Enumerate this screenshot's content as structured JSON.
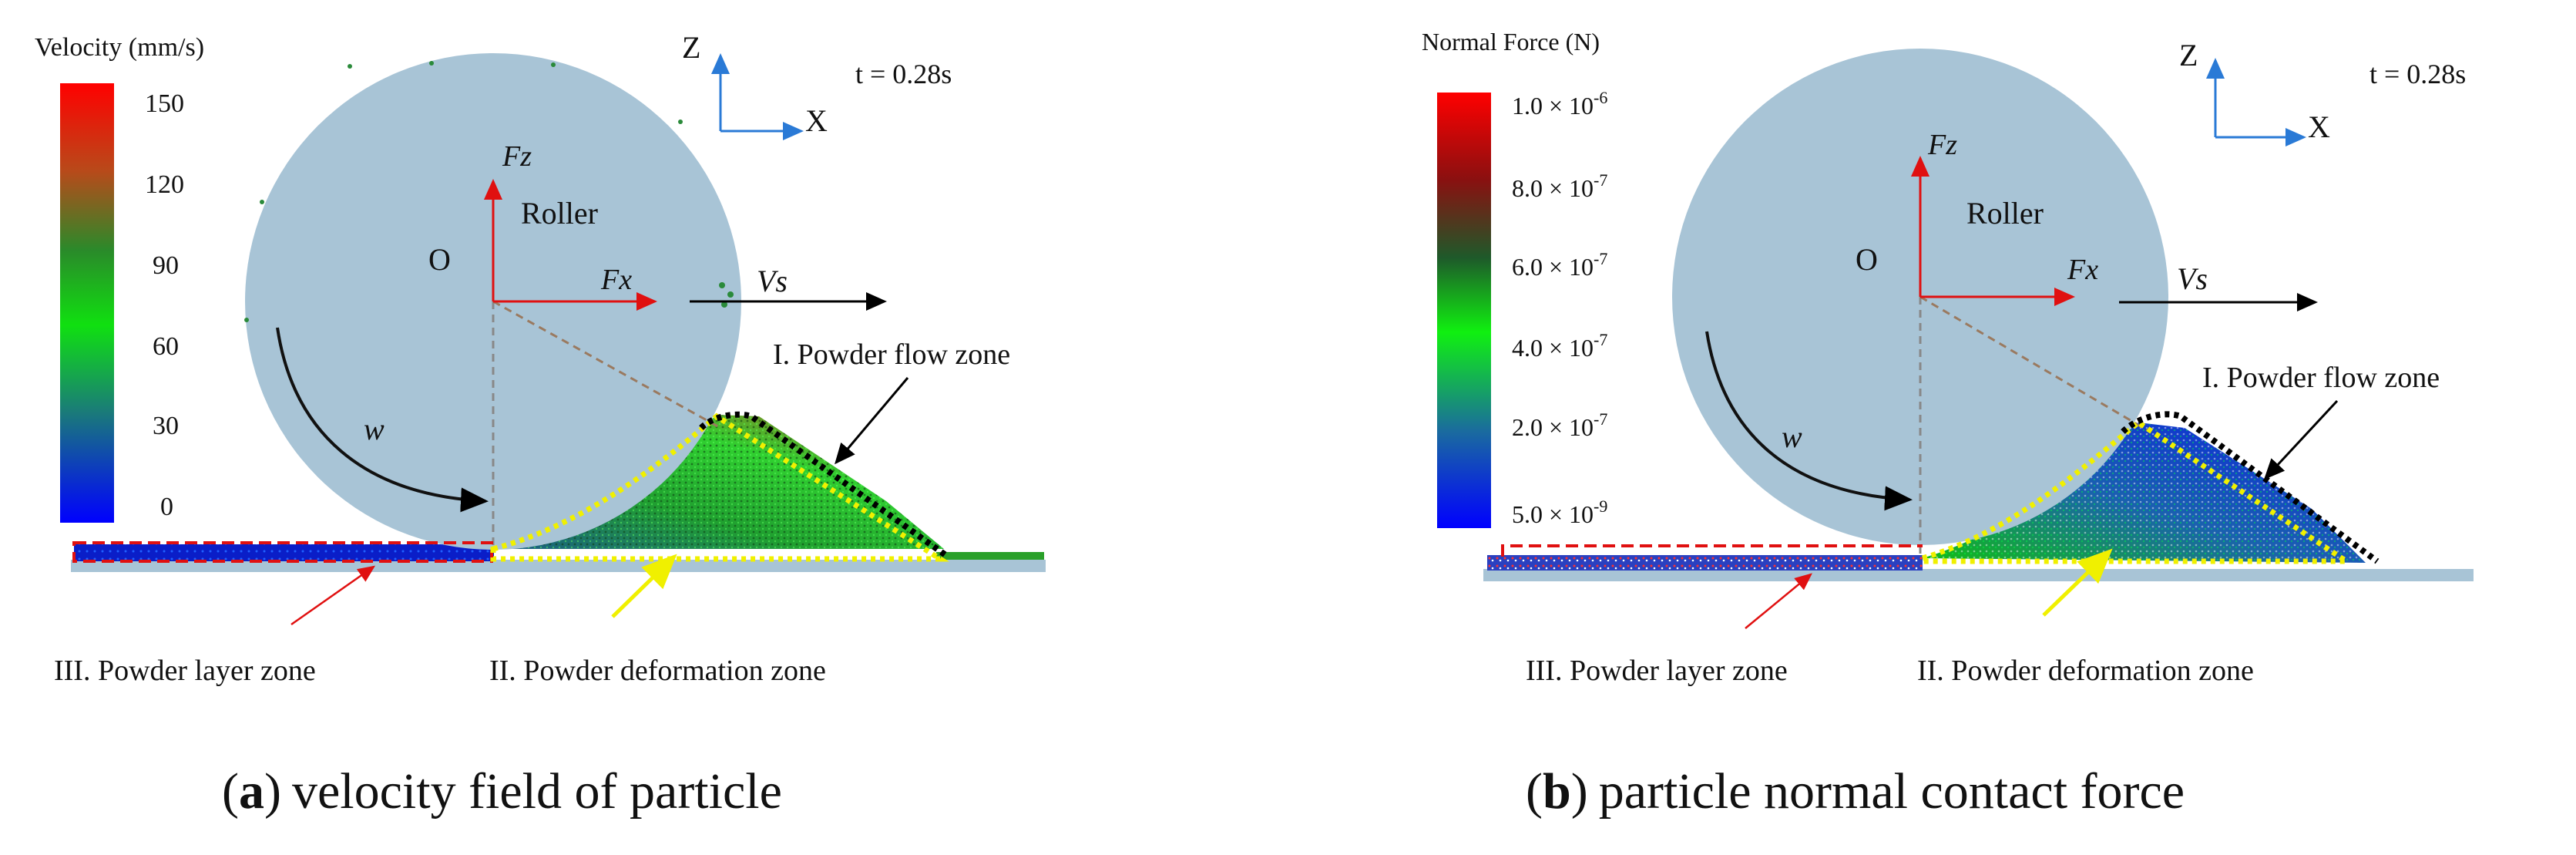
{
  "panel_a": {
    "colorbar_title": "Velocity (mm/s)",
    "colorbar_ticks": [
      "150",
      "120",
      "90",
      "60",
      "30",
      "0"
    ],
    "colorbar_colors": [
      "#ff0000",
      "#b83a1a",
      "#1f8c2c",
      "#00ff00",
      "#1e6a9c",
      "#0000ff"
    ],
    "axis_z": "Z",
    "axis_x": "X",
    "time": "t = 0.28s",
    "roller_label": "Roller",
    "origin_label": "O",
    "fz_label": "Fz",
    "fx_label": "Fx",
    "vs_label": "Vs",
    "w_label": "w",
    "zone_flow": "I. Powder flow zone",
    "zone_deformation": "II. Powder deformation zone",
    "zone_layer": "III. Powder layer zone",
    "caption_letter": "a",
    "caption_text": "velocity field of particle"
  },
  "panel_b": {
    "colorbar_title": "Normal Force (N)",
    "colorbar_ticks": [
      "1.0 × 10",
      "8.0 × 10",
      "6.0 × 10",
      "4.0 × 10",
      "2.0 × 10",
      "5.0 × 10"
    ],
    "colorbar_exps": [
      "-6",
      "-7",
      "-7",
      "-7",
      "-7",
      "-9"
    ],
    "colorbar_colors": [
      "#ff0000",
      "#8a1010",
      "#1e5a2a",
      "#00ff00",
      "#1e6a9c",
      "#0000ff"
    ],
    "axis_z": "Z",
    "axis_x": "X",
    "time": "t = 0.28s",
    "roller_label": "Roller",
    "origin_label": "O",
    "fz_label": "Fz",
    "fx_label": "Fx",
    "vs_label": "Vs",
    "w_label": "w",
    "zone_flow": "I. Powder flow zone",
    "zone_deformation": "II. Powder deformation zone",
    "zone_layer": "III. Powder layer zone",
    "caption_letter": "b",
    "caption_text": "particle normal contact force"
  },
  "colors": {
    "roller": "#a8c4d6",
    "substrate": "#a8c4d6",
    "force_arrow": "#e01010",
    "axis_arrow": "#2a7ad6",
    "layer_box": "#e01010",
    "deform_box": "#f0f000",
    "flow_box": "#000000"
  }
}
